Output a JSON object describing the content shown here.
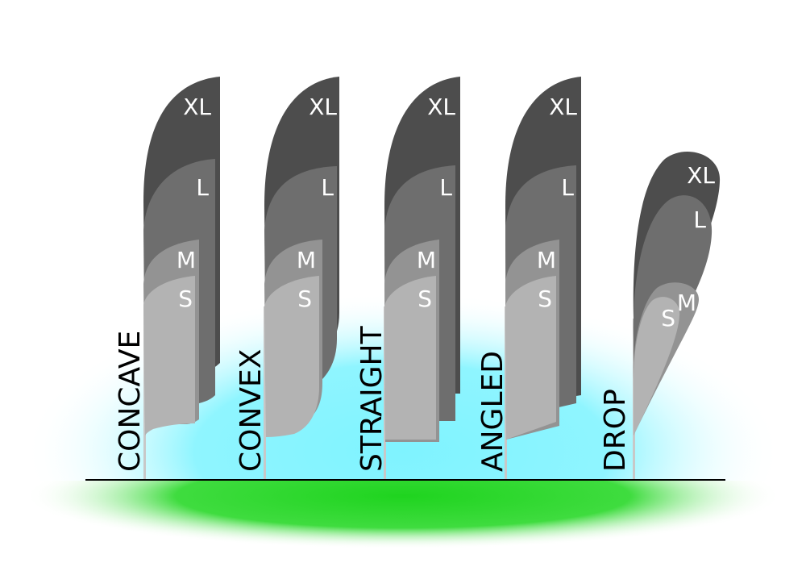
{
  "shapes": [
    {
      "name": "CONCAVE",
      "sizes": {
        "xl": "XL",
        "l": "L",
        "m": "M",
        "s": "S"
      }
    },
    {
      "name": "CONVEX",
      "sizes": {
        "xl": "XL",
        "l": "L",
        "m": "M",
        "s": "S"
      }
    },
    {
      "name": "STRAIGHT",
      "sizes": {
        "xl": "XL",
        "l": "L",
        "m": "M",
        "s": "S"
      }
    },
    {
      "name": "ANGLED",
      "sizes": {
        "xl": "XL",
        "l": "L",
        "m": "M",
        "s": "S"
      }
    },
    {
      "name": "DROP",
      "sizes": {
        "xl": "XL",
        "l": "L",
        "m": "M",
        "s": "S"
      }
    }
  ],
  "colors": {
    "xl": "#4d4d4d",
    "l": "#6e6e6e",
    "m": "#939393",
    "s": "#b3b3b3",
    "pole": "#c8c8c8",
    "sky": "#7ff3ff",
    "grass": "#1fd41f",
    "ground_line": "#000000"
  }
}
